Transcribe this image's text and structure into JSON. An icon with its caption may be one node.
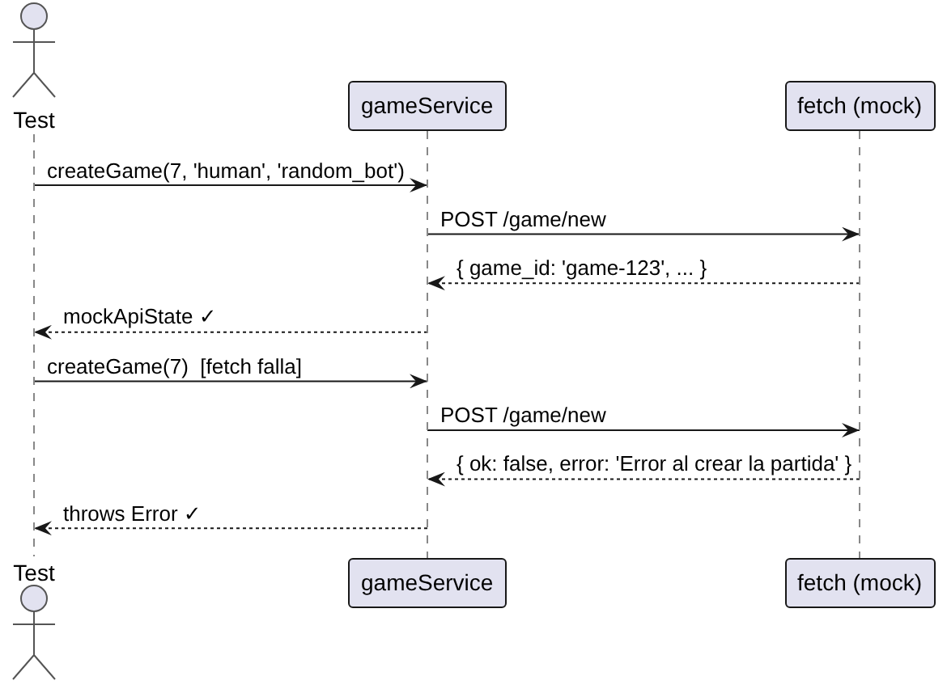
{
  "diagram": {
    "nodes": [
      {
        "text": [
          "Test",
          "Test"
        ]
      },
      {
        "text": [
          "gameService",
          "gameService"
        ]
      },
      {
        "text": [
          "fetch (mock)",
          "fetch (mock)"
        ]
      }
    ],
    "edges": [
      {
        "from": 0,
        "to": 1,
        "arrow": "to",
        "label": "createGame(7, 'human', 'random_bot')"
      },
      {
        "from": 1,
        "to": 2,
        "arrow": "to",
        "label": "POST /game/new"
      },
      {
        "from": 2,
        "to": 1,
        "arrow": "to",
        "label": "{ game_id: 'game-123', ... }",
        "style": "dashed"
      },
      {
        "from": 1,
        "to": 0,
        "arrow": "to",
        "label": "mockApiState ✓",
        "style": "dashed"
      },
      {
        "from": 0,
        "to": 1,
        "arrow": "to",
        "label": "createGame(7)  [fetch falla]"
      },
      {
        "from": 1,
        "to": 2,
        "arrow": "to",
        "label": "POST /game/new"
      },
      {
        "from": 2,
        "to": 1,
        "arrow": "to",
        "label": "{ ok: false, error: 'Error al crear la partida' }",
        "style": "dashed"
      },
      {
        "from": 1,
        "to": 0,
        "arrow": "to",
        "label": "throws Error ✓",
        "style": "dashed"
      }
    ]
  }
}
